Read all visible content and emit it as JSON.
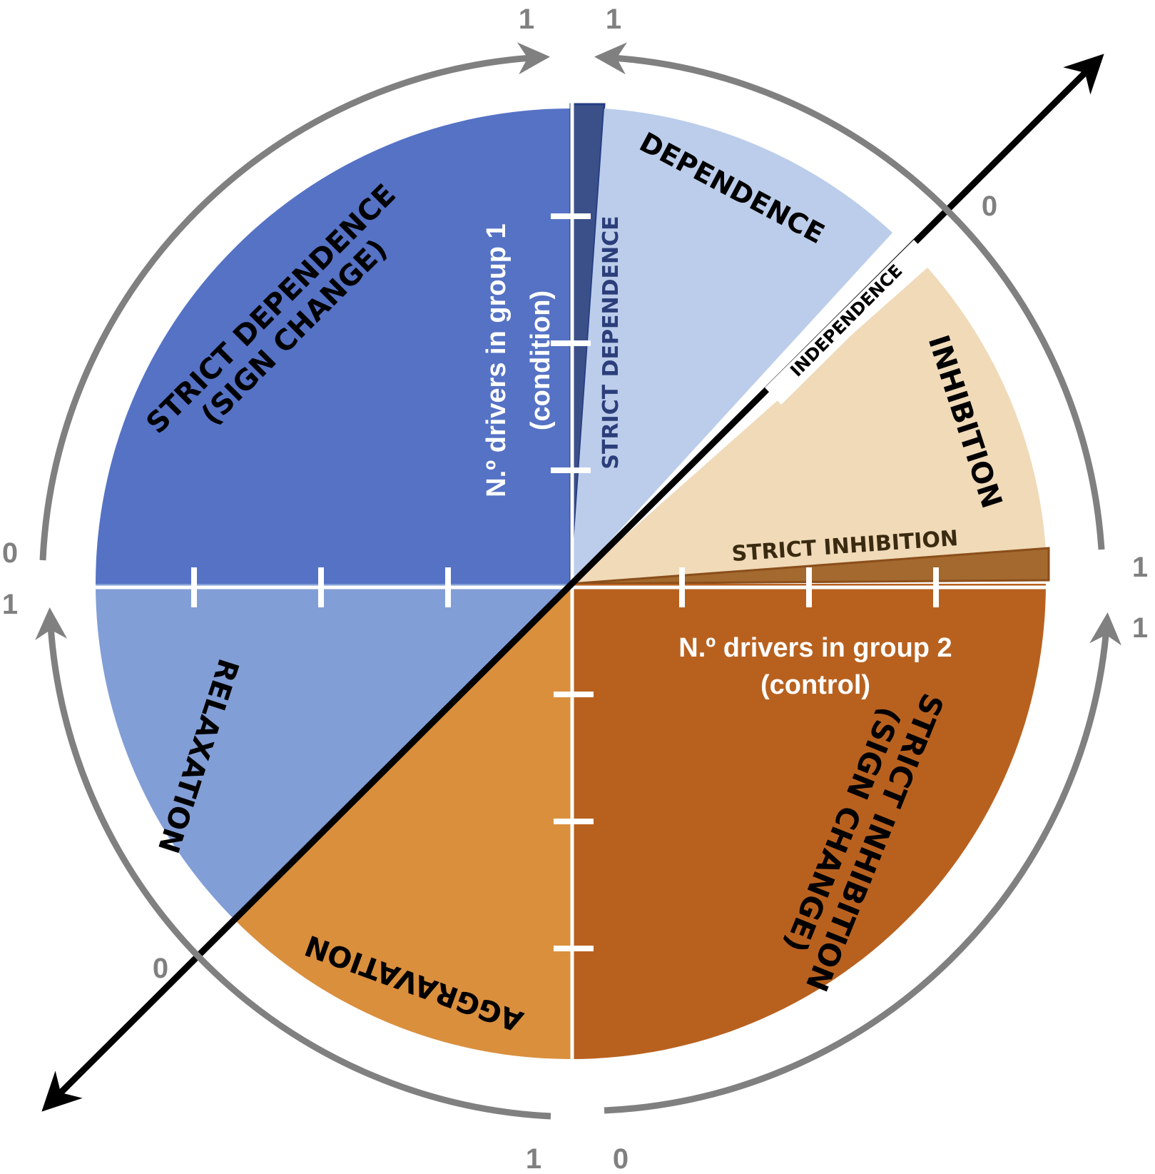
{
  "sectors": {
    "strict_dependence_sign_change": {
      "line1": "STRICT DEPENDENCE",
      "line2": "(SIGN CHANGE)",
      "color": "#5572C5"
    },
    "strict_dependence": {
      "label": "STRICT DEPENDENCE",
      "color": "#3B5089"
    },
    "dependence": {
      "label": "DEPENDENCE",
      "color": "#BBCDEA"
    },
    "independence": {
      "label": "INDEPENDENCE"
    },
    "inhibition": {
      "label": "INHIBITION",
      "color": "#F0DAB8"
    },
    "strict_inhibition": {
      "label": "STRICT INHIBITION",
      "color": "#A3692E"
    },
    "strict_inhibition_sign_change": {
      "line1": "STRICT INHIBITION",
      "line2": "(SIGN CHANGE)",
      "color": "#B8611F"
    },
    "aggravation": {
      "label": "AGGRAVATION",
      "color": "#DA8F3D"
    },
    "relaxation": {
      "label": "RELAXATION",
      "color": "#829ED6"
    }
  },
  "axes": {
    "group1": {
      "line1": "N.º drivers in group 1",
      "line2": "(condition)"
    },
    "group2": {
      "line1": "N.º drivers in group 2",
      "line2": "(control)"
    }
  },
  "scale_labels": {
    "top_left": "1",
    "top_right": "1",
    "diag_upper": "0",
    "right_upper": "1",
    "right_lower": "1",
    "bottom_right": "0",
    "bottom_left": "1",
    "diag_lower": "0",
    "left_lower": "1",
    "left_upper": "0"
  },
  "colors": {
    "ring_arrow": "#808080",
    "diagonal_arrow": "#000000"
  }
}
